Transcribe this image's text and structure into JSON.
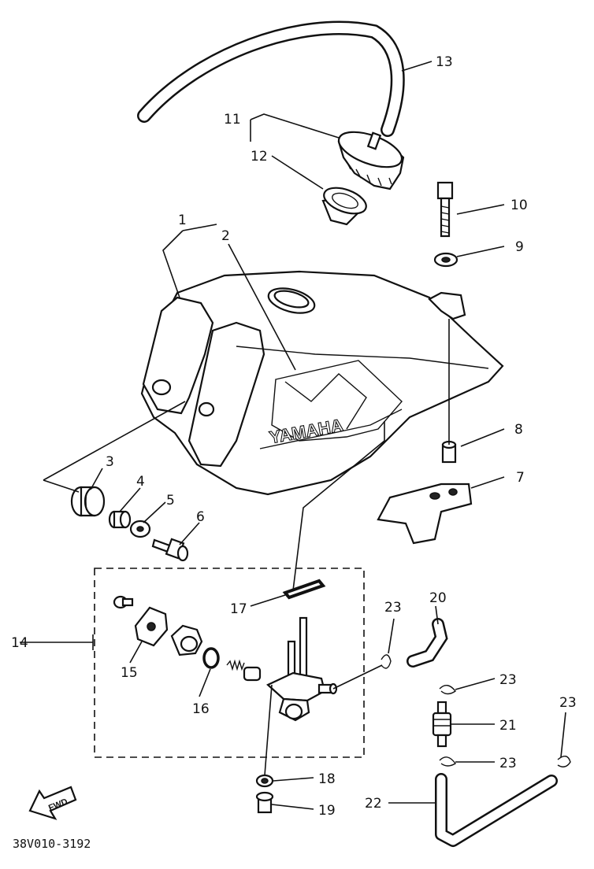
{
  "labels": {
    "p1": "1",
    "p2": "2",
    "p3": "3",
    "p4": "4",
    "p5": "5",
    "p6": "6",
    "p7": "7",
    "p8": "8",
    "p9": "9",
    "p10": "10",
    "p11": "11",
    "p12": "12",
    "p13": "13",
    "p14": "14",
    "p15": "15",
    "p16": "16",
    "p17": "17",
    "p18": "18",
    "p19": "19",
    "p20": "20",
    "p21": "21",
    "p22": "22",
    "p23a": "23",
    "p23b": "23",
    "p23c": "23",
    "p23d": "23"
  },
  "tank_brand": "YAMAHA",
  "fwd_label": "FWD",
  "diagram_code": "38V010-3192"
}
